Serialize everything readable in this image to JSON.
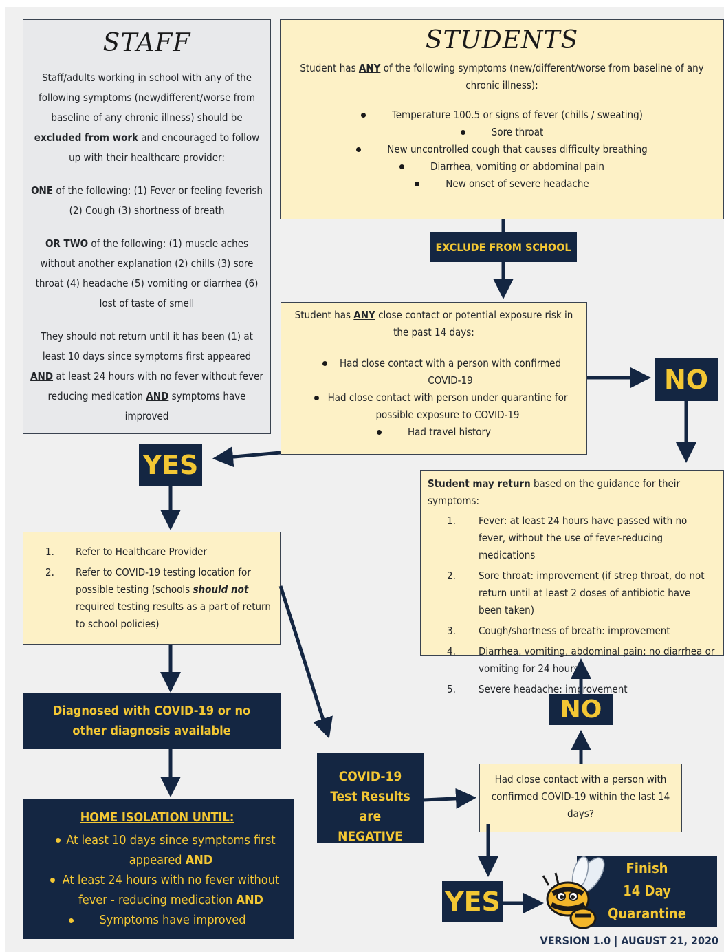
{
  "staff": {
    "title": "STAFF",
    "intro_pre": "Staff/adults working in school with any of the following symptoms (new/different/worse from baseline of any chronic illness) should be ",
    "intro_emph": "excluded from work",
    "intro_post": " and encouraged to follow up with their healthcare provider:",
    "one_emph": "ONE",
    "one_text": " of the following: (1) Fever or feeling feverish (2) Cough (3) shortness of breath",
    "two_emph": "OR TWO",
    "two_text": " of the following: (1) muscle aches without another explanation (2) chills (3) sore throat (4) headache (5) vomiting or diarrhea (6) lost of taste of smell",
    "return_a": "They should not return until it has been (1) at least 10 days since symptoms first appeared ",
    "and1": "AND",
    "return_b": " at least 24 hours with no fever without fever reducing medication ",
    "and2": "AND",
    "return_c": " symptoms have improved"
  },
  "students": {
    "title": "STUDENTS",
    "intro_pre": "Student has ",
    "intro_emph": "ANY",
    "intro_post": " of the following symptoms (new/different/worse from baseline of any chronic illness):",
    "symptoms": [
      "Temperature 100.5 or signs of fever (chills / sweating)",
      "Sore throat",
      "New uncontrolled cough that causes difficulty breathing",
      "Diarrhea, vomiting or abdominal pain",
      "New onset of severe headache"
    ]
  },
  "exclude": "EXCLUDE FROM SCHOOL",
  "contact": {
    "intro_pre": "Student has ",
    "intro_emph": "ANY",
    "intro_post": " close contact or potential exposure risk in the past 14 days:",
    "items": [
      "Had close contact with a person with confirmed COVID-19",
      "Had close contact with person under quarantine for possible exposure to COVID-19",
      "Had travel history"
    ]
  },
  "labels": {
    "yes": "YES",
    "no": "NO"
  },
  "refer": {
    "items": [
      "Refer to Healthcare Provider",
      "Refer to COVID-19 testing location for possible testing (schools ",
      "should not",
      " required testing results as a part of return to school policies)"
    ]
  },
  "may_return": {
    "intro_emph": "Student may return",
    "intro_post": " based on the guidance for their symptoms:",
    "items": [
      "Fever: at least 24 hours have passed with no fever, without the use of fever-reducing medications",
      "Sore throat: improvement (if strep throat, do not return until at least 2 doses of antibiotic have been taken)",
      "Cough/shortness of breath: improvement",
      "Diarrhea, vomiting, abdominal pain: no diarrhea or vomiting for 24 hours",
      "Severe headache: improvement"
    ]
  },
  "diagnosed": "Diagnosed with COVID-19 or no other diagnosis available",
  "isolation": {
    "title": "HOME ISOLATION UNTIL:",
    "items": [
      {
        "text": "At least 10 days since symptoms first appeared ",
        "emph": "AND"
      },
      {
        "text": "At least 24 hours with no fever without fever - reducing medication ",
        "emph": "AND"
      },
      {
        "text": "Symptoms have improved",
        "emph": ""
      }
    ]
  },
  "negative": "COVID-19 Test Results are NEGATIVE",
  "close_contact": "Had close contact with a person with confirmed COVID-19 within the last 14 days?",
  "quarantine": [
    "Finish",
    "14 Day",
    "Quarantine"
  ],
  "version": "VERSION 1.0 | AUGUST 21, 2020",
  "colors": {
    "navy": "#142642",
    "gold": "#f3c734",
    "cream": "#fdf1c6",
    "grey": "#e8e9eb"
  }
}
